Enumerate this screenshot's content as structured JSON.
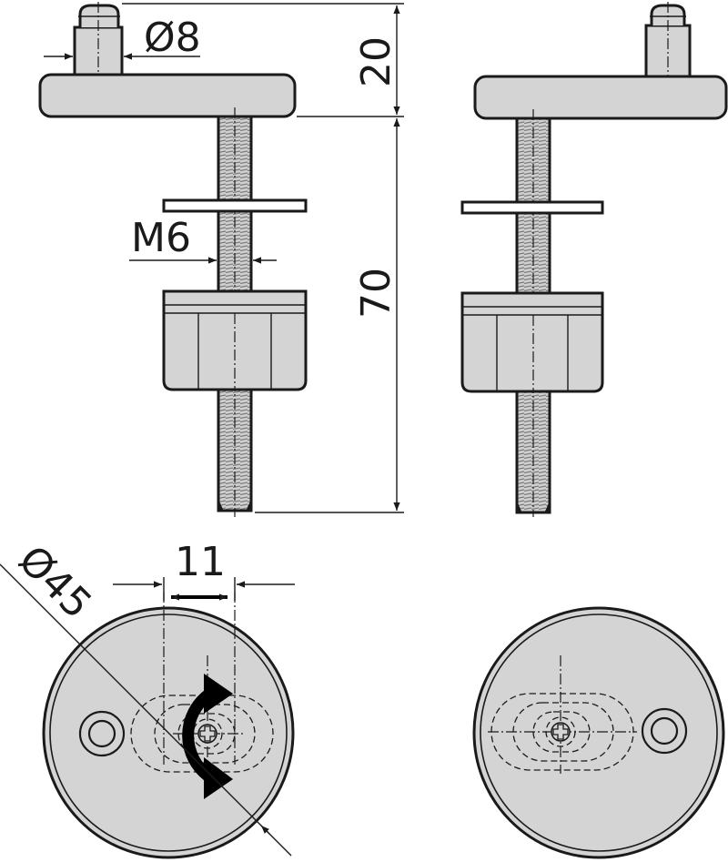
{
  "dimensions": {
    "pin_diameter": "Ø8",
    "thread": "M6",
    "head_height": "20",
    "bolt_length": "70",
    "plate_diameter": "Ø45",
    "slot_offset": "11"
  },
  "colors": {
    "part_fill": "#d4d4d4",
    "line": "#1a1a1a",
    "background": "#ffffff"
  },
  "icons": [
    "rotation-arrow-icon",
    "phillips-screw-icon"
  ]
}
